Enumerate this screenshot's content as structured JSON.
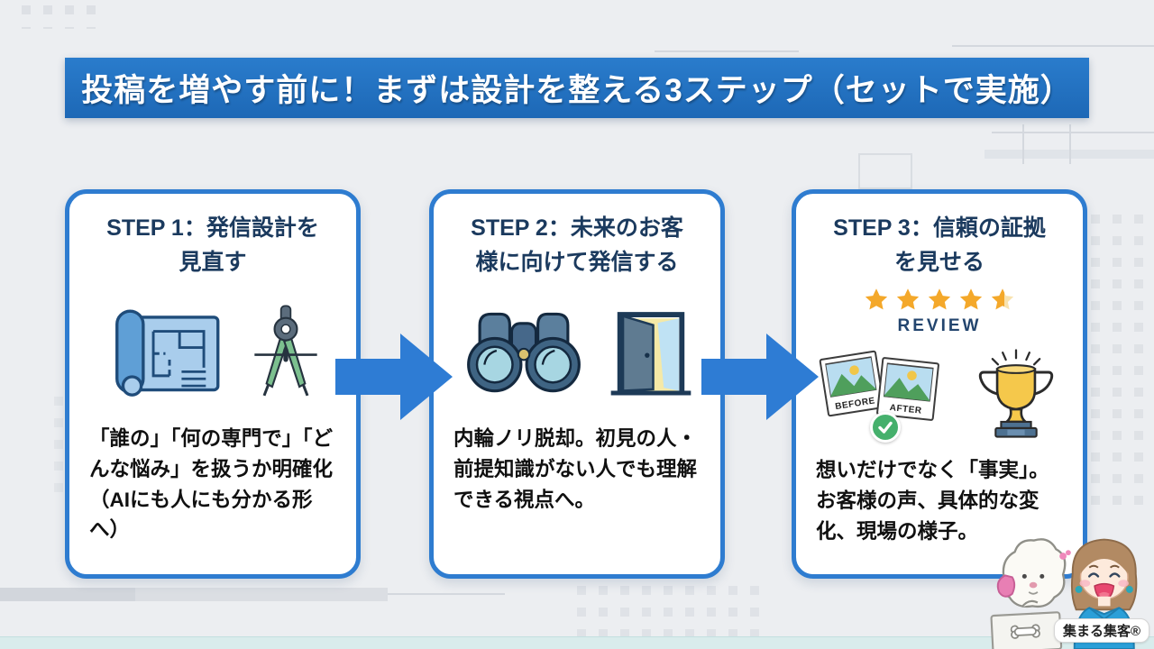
{
  "header": {
    "title": "投稿を増やす前に！まずは設計を整える3ステップ（セットで実施）"
  },
  "steps": [
    {
      "title": "STEP 1：発信設計を\n見直す",
      "body": "「誰の」「何の専門で」「どんな悩み」を扱うか明確化（AIにも人にも分かる形へ）",
      "icons": [
        "blueprint-icon",
        "drafting-compass-icon"
      ]
    },
    {
      "title": "STEP 2：未来のお客\n様に向けて発信する",
      "body": "内輪ノリ脱却。初見の人・前提知識がない人でも理解できる視点へ。",
      "icons": [
        "binoculars-icon",
        "open-door-icon"
      ]
    },
    {
      "title": "STEP 3：信頼の証拠\nを見せる",
      "body": "想いだけでなく「事実」。お客様の声、具体的な変化、現場の様子。",
      "icons": [
        "star-rating-icon",
        "before-after-photos-icon",
        "check-icon",
        "trophy-icon"
      ],
      "rating": {
        "value": 4.5,
        "label": "REVIEW"
      },
      "photos": {
        "before_label": "BEFORE",
        "after_label": "AFTER"
      }
    }
  ],
  "footer": {
    "brand_label": "集まる集客®"
  },
  "colors": {
    "background": "#eceef1",
    "header_bg": "#2173c9",
    "card_border": "#2e7cd0",
    "title_text": "#1b3a5e",
    "body_text": "#101010",
    "arrow": "#2e7cd4",
    "stars": "#f4a82a",
    "bottom_band": "#d9ecec"
  }
}
